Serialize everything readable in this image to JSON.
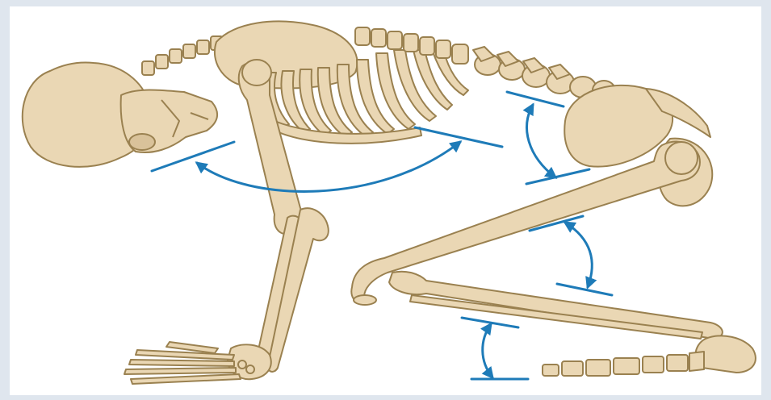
{
  "figure": {
    "subject": "skeleton-fetal-flexed-position",
    "joints": [
      "neck",
      "hip",
      "knee",
      "ankle"
    ],
    "colors": {
      "bone_fill": "#ead7b4",
      "bone_stroke": "#9a8150",
      "arrow": "#1e7bb8",
      "background_outer": "#dfe6ee",
      "panel": "#ffffff"
    }
  }
}
